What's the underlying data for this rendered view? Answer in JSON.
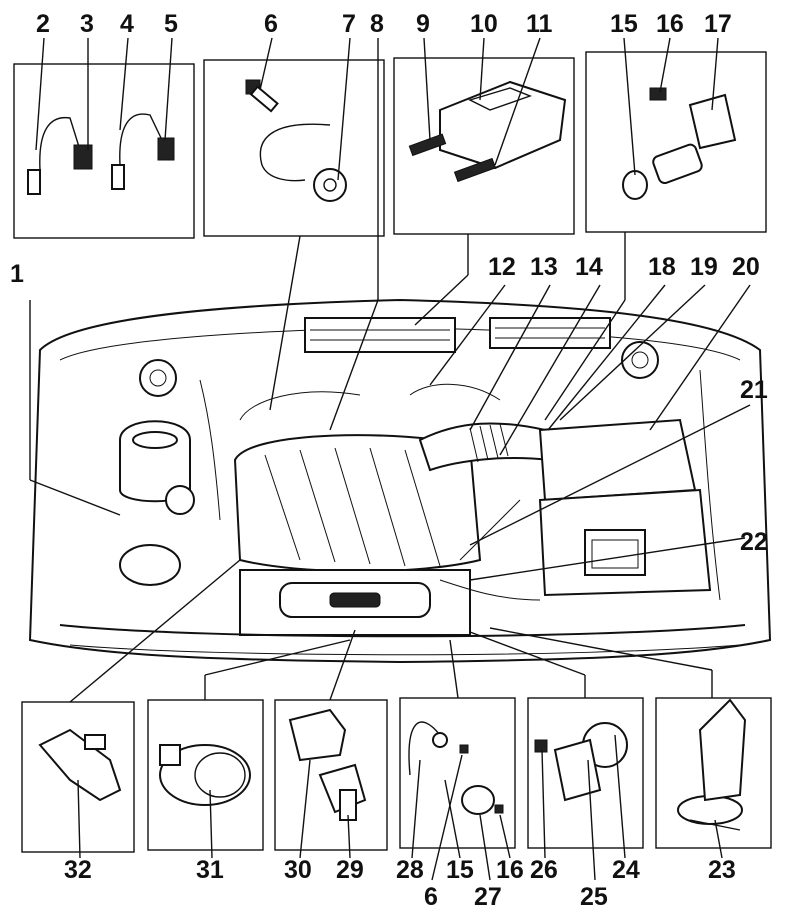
{
  "callouts": [
    "1",
    "2",
    "3",
    "4",
    "5",
    "6",
    "7",
    "8",
    "9",
    "10",
    "11",
    "12",
    "13",
    "14",
    "15",
    "16",
    "17",
    "18",
    "19",
    "20",
    "21",
    "22",
    "23",
    "24",
    "25",
    "26",
    "27",
    "28",
    "29",
    "30",
    "31",
    "32",
    "15",
    "16",
    "6"
  ],
  "colors": {
    "ink": "#111111",
    "paper": "#ffffff"
  }
}
